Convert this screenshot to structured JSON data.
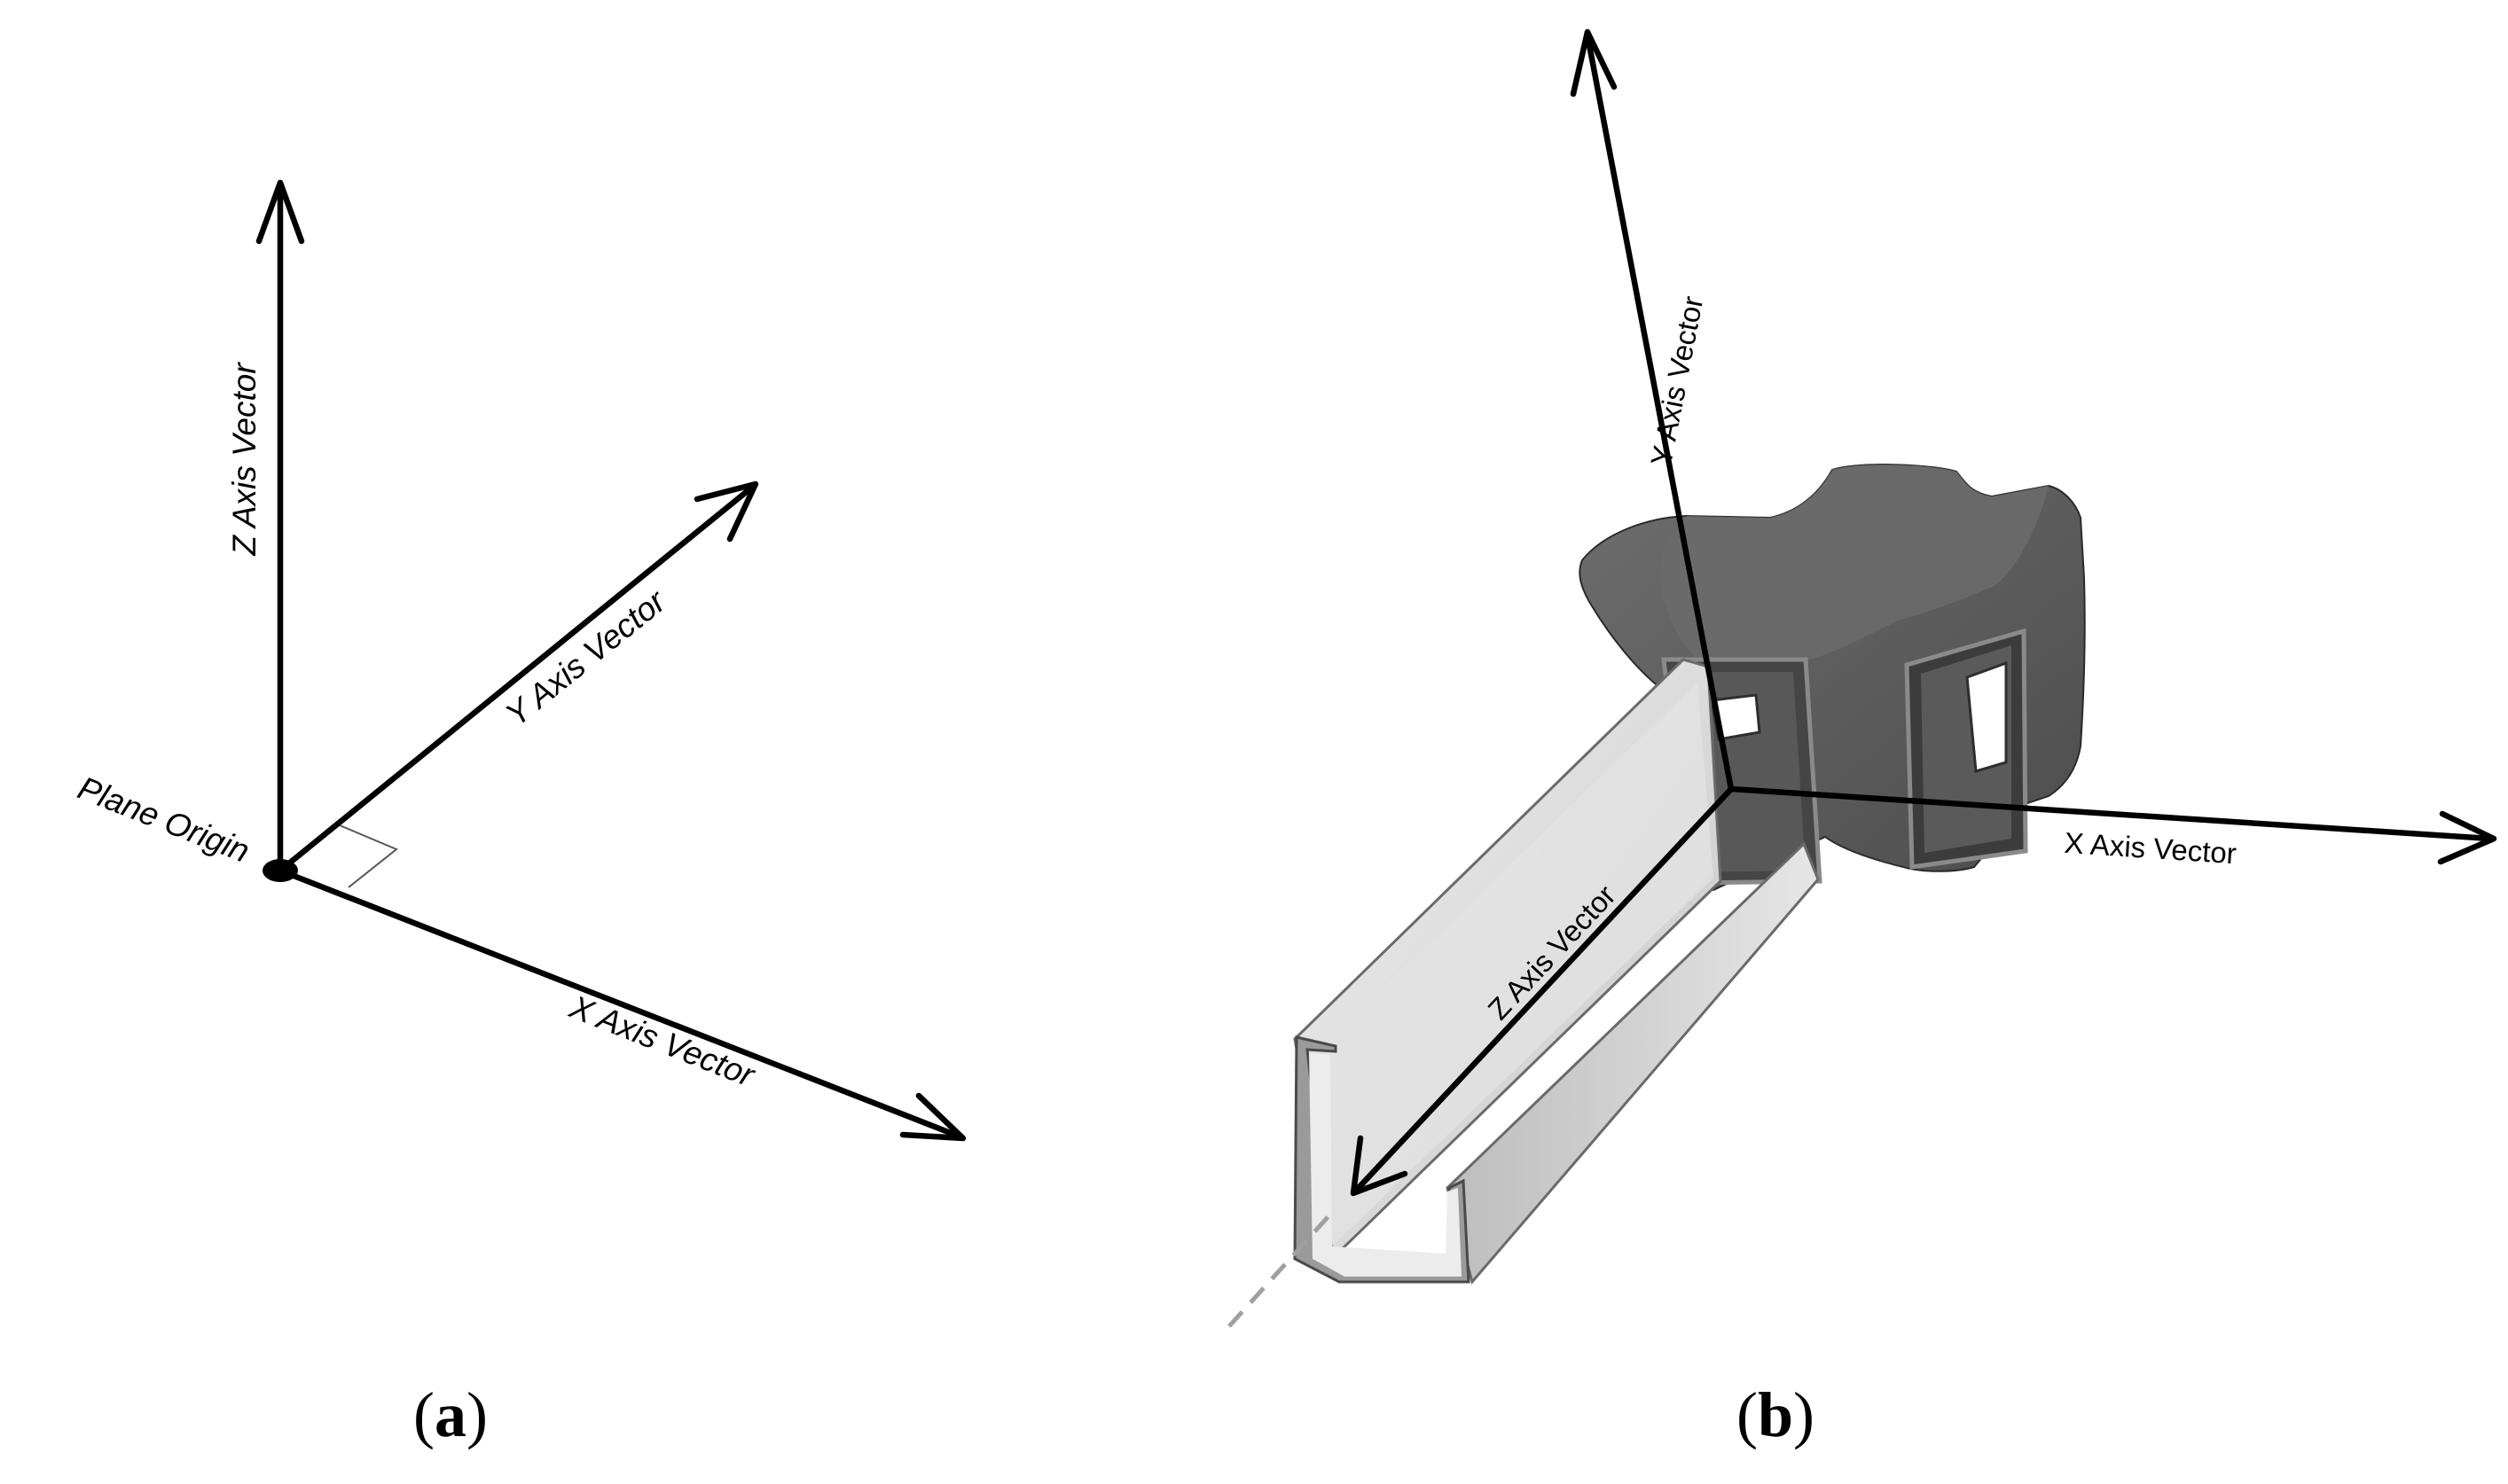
{
  "panel_a": {
    "z_axis_label": "Z Axis Vector",
    "y_axis_label": "Y Axis Vector",
    "x_axis_label": "X Axis Vector",
    "origin_label": "Plane Origin",
    "caption_open": "(",
    "caption_letter": "a",
    "caption_close": ")"
  },
  "panel_b": {
    "y_axis_label": "Y Axis Vector",
    "x_axis_label": "X Axis Vector",
    "z_axis_label": "Z Axis Vector",
    "caption_open": "(",
    "caption_letter": "b",
    "caption_close": ")"
  },
  "colors": {
    "axis": "#000000",
    "node_dark": "#5f5f5f",
    "node_shadow": "#3e3e3e",
    "channel_light": "#d8d8d8",
    "centerline": "#a0a0a0"
  }
}
